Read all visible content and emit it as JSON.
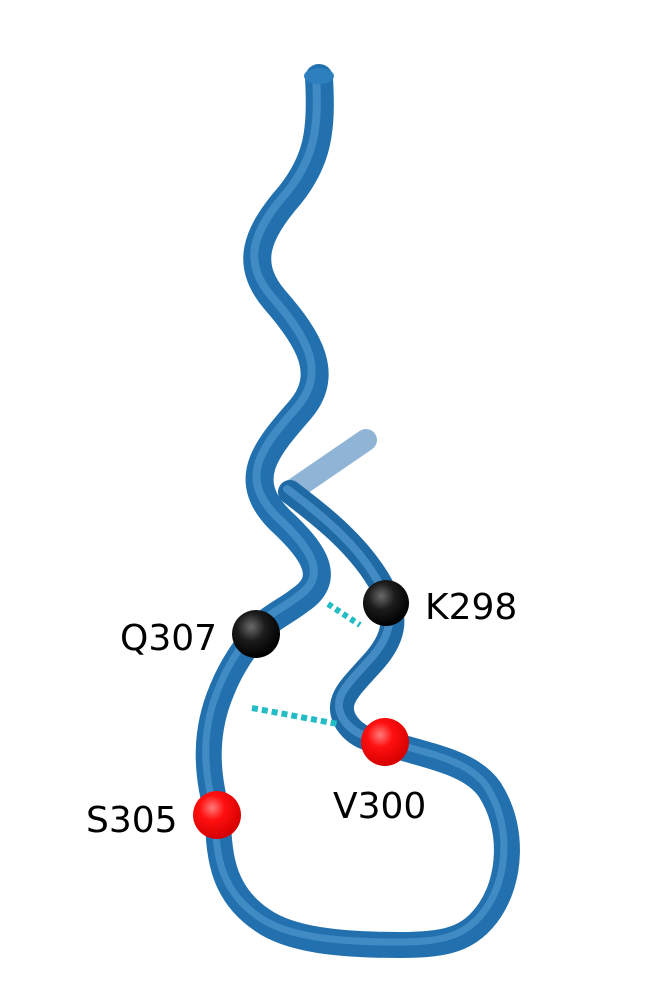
{
  "colors": {
    "backbone": "#2271ae",
    "backbone_highlight": "#5fa6dc",
    "backbone_faded": "#8fb4d6",
    "hbond": "#22bcc4",
    "residue_black": "#1a1a1a",
    "residue_red": "#ff1a1a"
  },
  "residues": [
    {
      "id": "k298",
      "label": "K298",
      "color": "black"
    },
    {
      "id": "v300",
      "label": "V300",
      "color": "red"
    },
    {
      "id": "s305",
      "label": "S305",
      "color": "red"
    },
    {
      "id": "q307",
      "label": "Q307",
      "color": "black"
    }
  ],
  "hydrogen_bonds": [
    {
      "from": "K298",
      "to": "Q307"
    },
    {
      "from": "V300",
      "to": "Q307"
    }
  ]
}
